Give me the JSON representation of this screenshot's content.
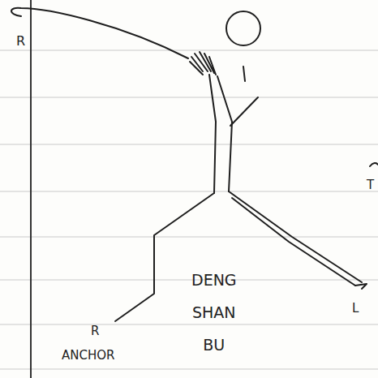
{
  "diagram": {
    "labels": [
      "R",
      "R",
      "ANCHOR",
      "DENG SHAN BU",
      "L",
      "T"
    ]
  }
}
